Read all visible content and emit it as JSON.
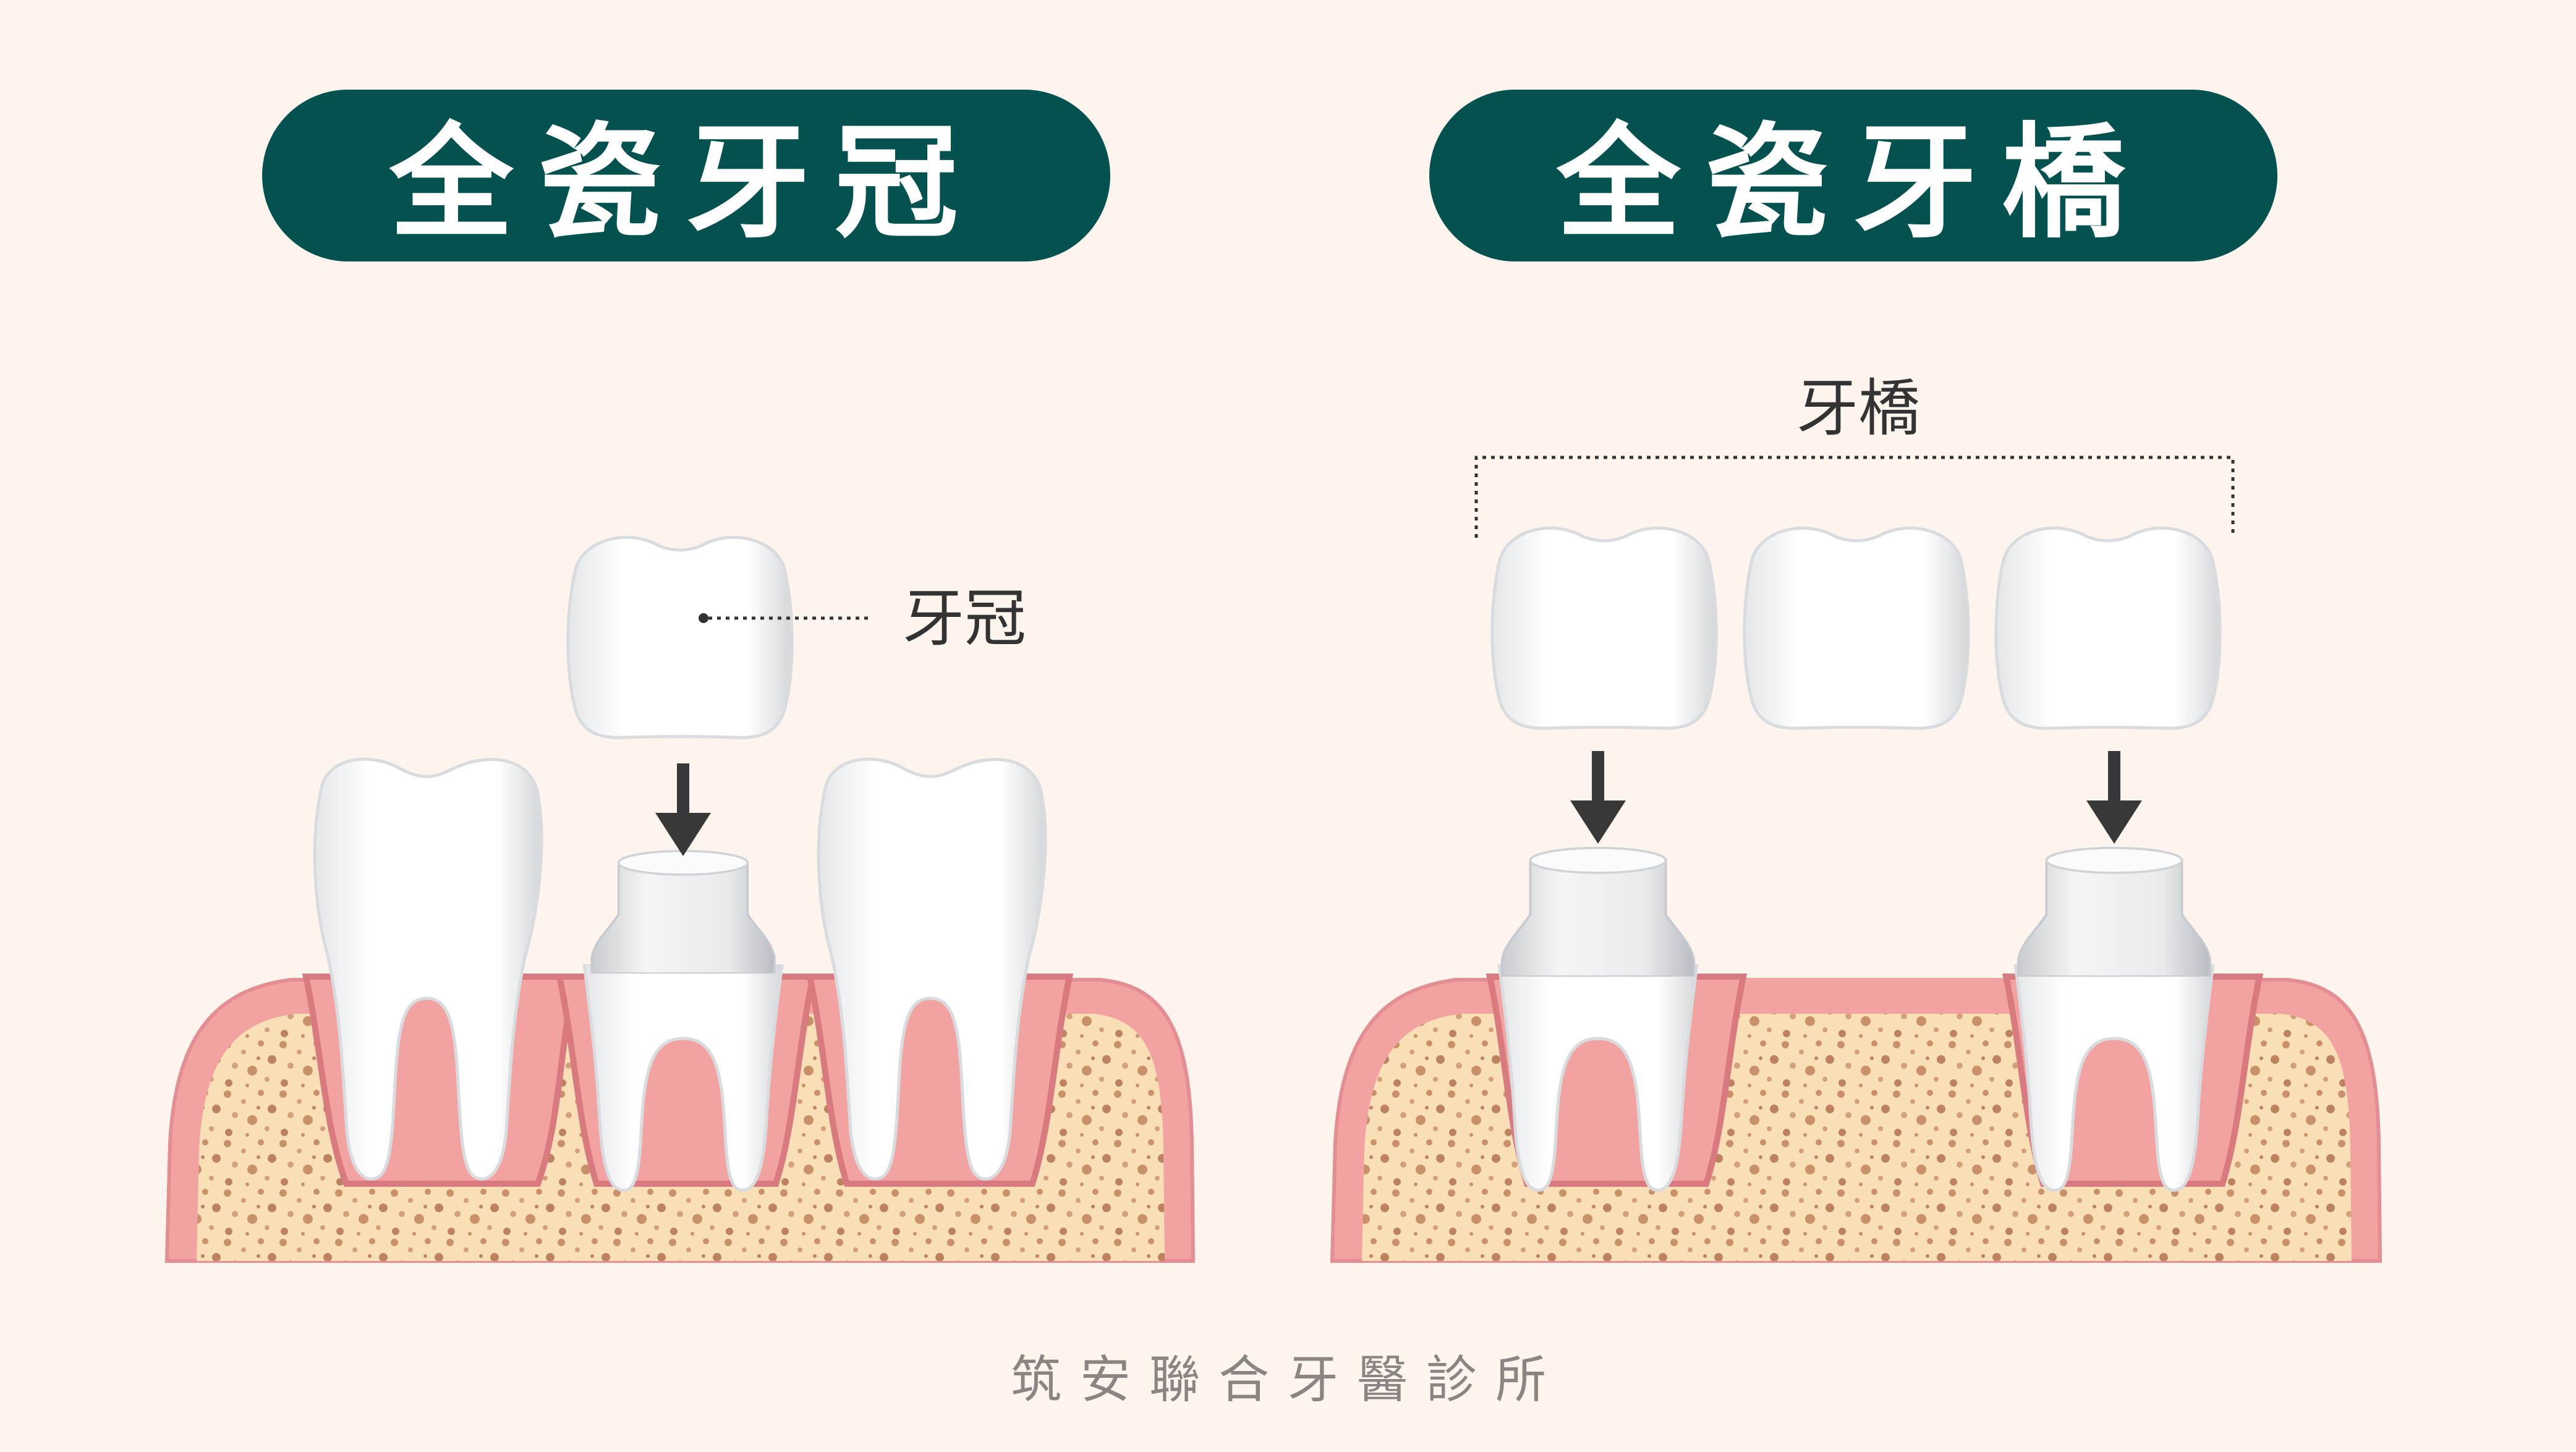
{
  "colors": {
    "background": "#fdf4ee",
    "pill": "#035250",
    "gum": "#f2a3a1",
    "gum_edge": "#d87a80",
    "bone": "#f8dfb5",
    "bone_dot": "#c9916a",
    "tooth": "#ffffff",
    "tooth_shade": "#d9dcdf",
    "arrow": "#383838"
  },
  "left_panel": {
    "title": "全瓷牙冠",
    "crown_label": "牙冠"
  },
  "right_panel": {
    "title": "全瓷牙橋",
    "bridge_label": "牙橋"
  },
  "footer": {
    "clinic_name": "筑安聯合牙醫診所"
  }
}
